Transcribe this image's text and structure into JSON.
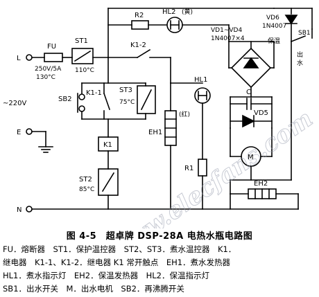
{
  "diagram": {
    "terminals": {
      "L": "L",
      "E": "E",
      "N": "N"
    },
    "mains_voltage": "~220V",
    "fuse": {
      "name": "FU",
      "rating": "250V/5A",
      "temp": "130°C"
    },
    "st1": {
      "name": "ST1",
      "temp": "110°C"
    },
    "sb2": {
      "name": "SB2"
    },
    "k1_1": {
      "name": "K1-1"
    },
    "st3": {
      "name": "ST3",
      "temp": "75°C"
    },
    "k1_coil": {
      "name": "K1"
    },
    "st2": {
      "name": "ST2",
      "temp": "85°C"
    },
    "k1_2": {
      "name": "K1-2"
    },
    "r2": {
      "name": "R2"
    },
    "hl2": {
      "name": "HL2",
      "color": "(黄)"
    },
    "hl1": {
      "name": "HL1",
      "color": "(红)"
    },
    "eh1": {
      "name": "EH1"
    },
    "r1": {
      "name": "R1"
    },
    "bridge": {
      "name": "VD1~VD4",
      "part": "1N4007×4"
    },
    "vd6": {
      "name": "VD6",
      "part": "1N4007"
    },
    "keep_warm": "保温",
    "sb1": {
      "name": "SB1",
      "pos_out": "出",
      "pos_water": "水"
    },
    "capacitor": {
      "name": "C"
    },
    "vd5": {
      "name": "VD5"
    },
    "motor": {
      "name": "M"
    },
    "eh2": {
      "name": "EH2"
    },
    "watermark": "www.elecfans.com"
  },
  "caption": {
    "title": "图 4-5　超卓牌 DSP-28A 电热水瓶电路图",
    "lines": [
      "FU．熔断器　ST1．保护温控器　ST2、ST3．煮水温控器　K1．",
      "继电器　K1-1、K1-2．继电器 K1 常开触点　EH1．煮水发热器",
      "HL1．煮水指示灯　EH2．保温发热器　HL2．保温指示灯",
      "SB1．出水开关　M．出水电机　SB2．再沸腾开关"
    ]
  }
}
